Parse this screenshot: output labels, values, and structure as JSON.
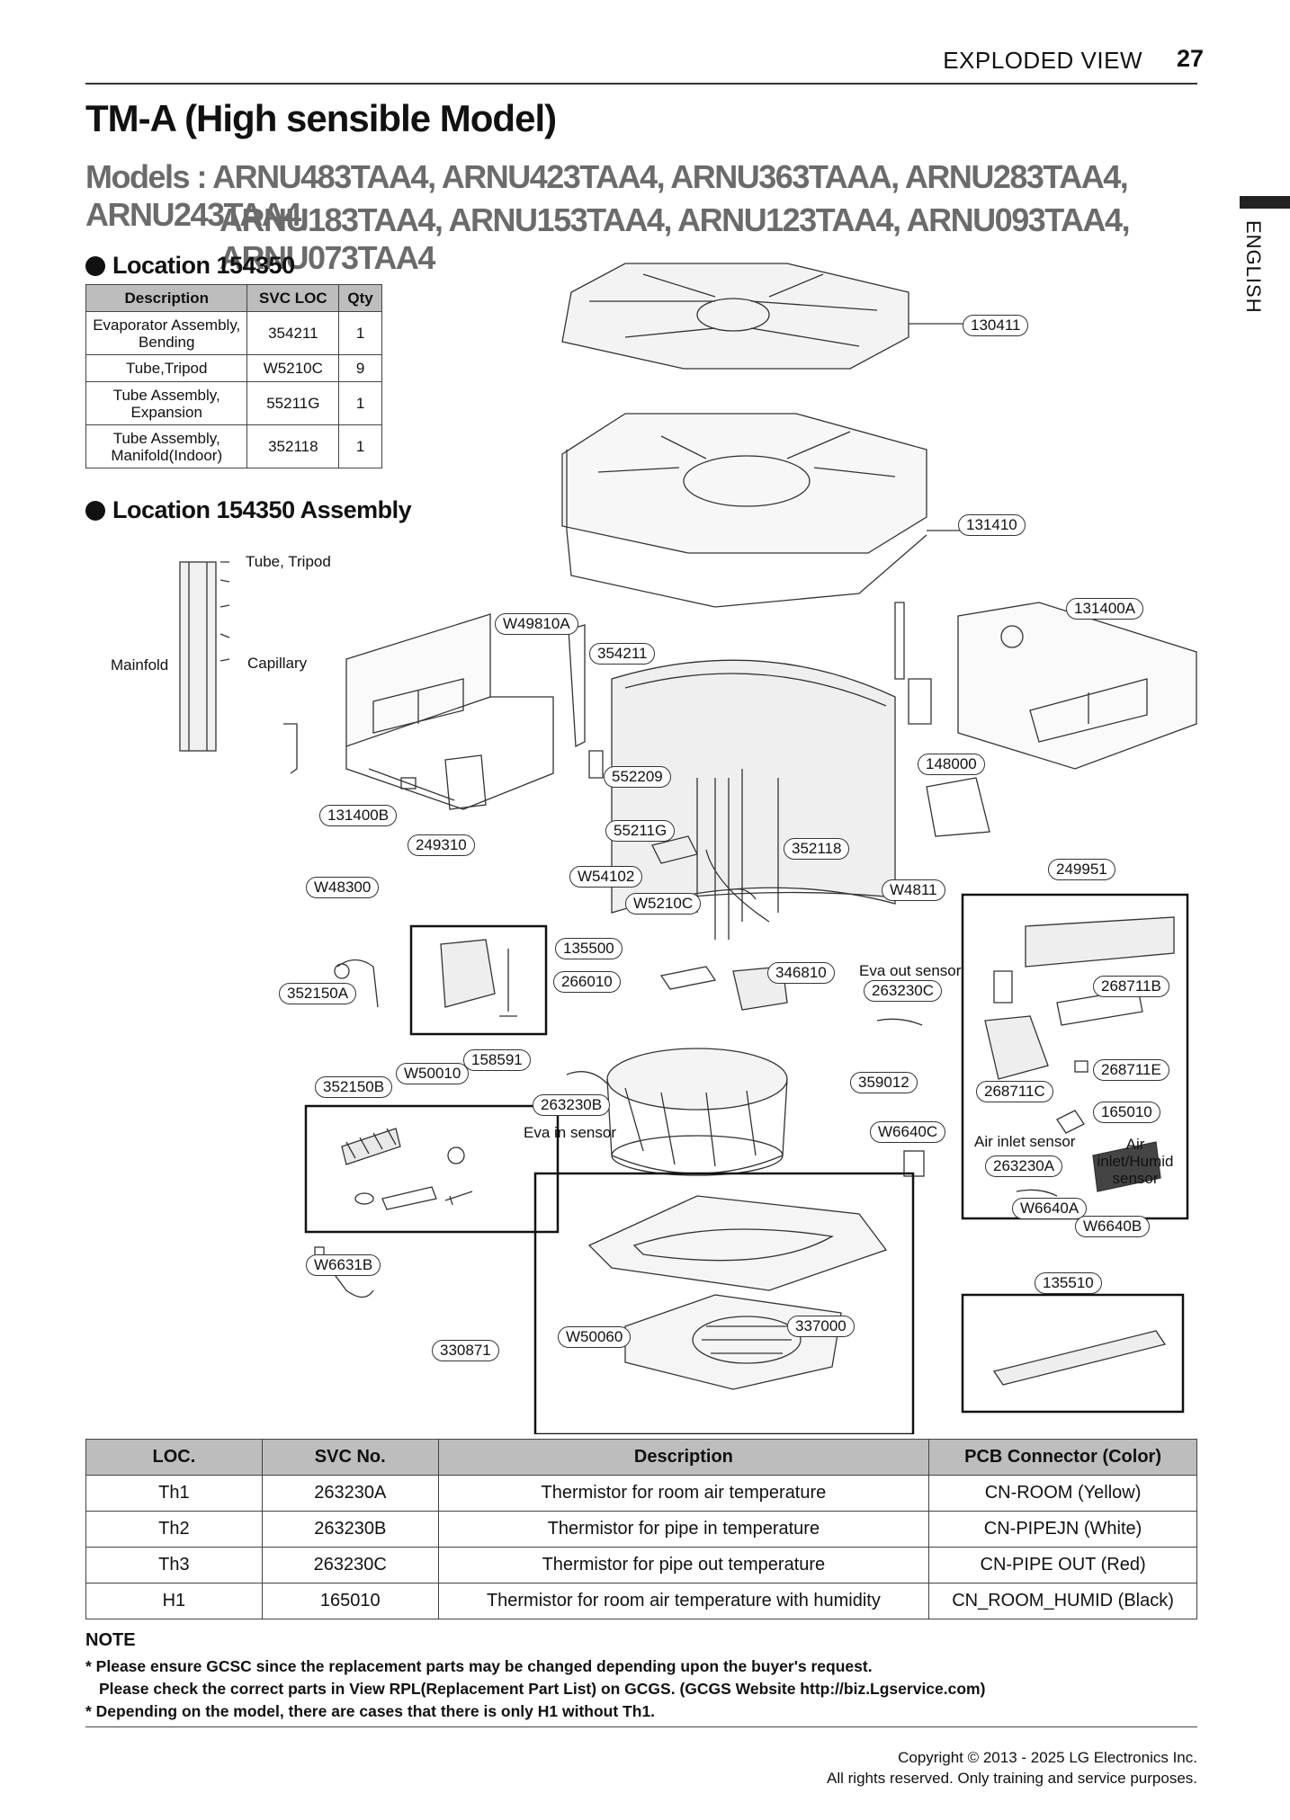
{
  "header": {
    "section": "EXPLODED VIEW",
    "page_number": "27"
  },
  "side_tab": {
    "language": "ENGLISH"
  },
  "title": "TM-A (High sensible Model)",
  "models": {
    "line1": "Models : ARNU483TAA4, ARNU423TAA4, ARNU363TAAA, ARNU283TAA4, ARNU243TAA4,",
    "line2": "ARNU183TAA4, ARNU153TAA4, ARNU123TAA4, ARNU093TAA4, ARNU073TAA4"
  },
  "location_section": {
    "heading": "Location 154350",
    "headers": [
      "Description",
      "SVC LOC",
      "Qty"
    ],
    "rows": [
      [
        "Evaporator Assembly, Bending",
        "354211",
        "1"
      ],
      [
        "Tube,Tripod",
        "W5210C",
        "9"
      ],
      [
        "Tube Assembly, Expansion",
        "55211G",
        "1"
      ],
      [
        "Tube Assembly, Manifold(Indoor)",
        "352118",
        "1"
      ]
    ]
  },
  "assembly_section": {
    "heading": "Location 154350 Assembly",
    "labels": {
      "tube_tripod": "Tube, Tripod",
      "mainfold": "Mainfold",
      "capillary": "Capillary",
      "eva_out": "Eva out sensor",
      "eva_in": "Eva in sensor",
      "air_inlet": "Air inlet sensor",
      "air_inlet_humid": "Air inlet/Humid sensor"
    },
    "callouts": {
      "c130411": "130411",
      "c131410": "131410",
      "c131400A": "131400A",
      "cW49810A": "W49810A",
      "c354211": "354211",
      "c552209": "552209",
      "c148000": "148000",
      "c131400B": "131400B",
      "c249310": "249310",
      "c55211G": "55211G",
      "c352118": "352118",
      "cW48300": "W48300",
      "cW54102": "W54102",
      "cW5210C": "W5210C",
      "cW4811": "W4811",
      "c249951": "249951",
      "c135500": "135500",
      "c266010": "266010",
      "c346810": "346810",
      "c263230C": "263230C",
      "c268711B": "268711B",
      "c352150A": "352150A",
      "c158591": "158591",
      "cW50010": "W50010",
      "c352150B": "352150B",
      "c263230B": "263230B",
      "c359012": "359012",
      "c268711E": "268711E",
      "c268711C": "268711C",
      "c165010": "165010",
      "cW6640C": "W6640C",
      "c263230A": "263230A",
      "cW6640A": "W6640A",
      "cW6640B": "W6640B",
      "cW6631B": "W6631B",
      "c135510": "135510",
      "c337000": "337000",
      "cW50060": "W50060",
      "c330871": "330871"
    }
  },
  "service_table": {
    "headers": [
      "LOC.",
      "SVC No.",
      "Description",
      "PCB Connector (Color)"
    ],
    "rows": [
      [
        "Th1",
        "263230A",
        "Thermistor for room air temperature",
        "CN-ROOM (Yellow)"
      ],
      [
        "Th2",
        "263230B",
        "Thermistor for pipe in temperature",
        "CN-PIPEJN (White)"
      ],
      [
        "Th3",
        "263230C",
        "Thermistor for pipe out temperature",
        "CN-PIPE OUT (Red)"
      ],
      [
        "H1",
        "165010",
        "Thermistor for room air temperature with humidity",
        "CN_ROOM_HUMID (Black)"
      ]
    ]
  },
  "note": {
    "heading": "NOTE",
    "line1": "* Please ensure GCSC since the replacement parts may be changed depending upon the buyer's request.",
    "line2": "Please check the correct parts in View RPL(Replacement Part List) on GCGS. (GCGS Website http://biz.Lgservice.com)",
    "line3": "* Depending on the model, there are cases that there is only H1 without Th1."
  },
  "footer": {
    "copyright": "Copyright © 2013 - 2025 LG Electronics Inc.",
    "rights": "All rights reserved. Only training and service purposes."
  }
}
